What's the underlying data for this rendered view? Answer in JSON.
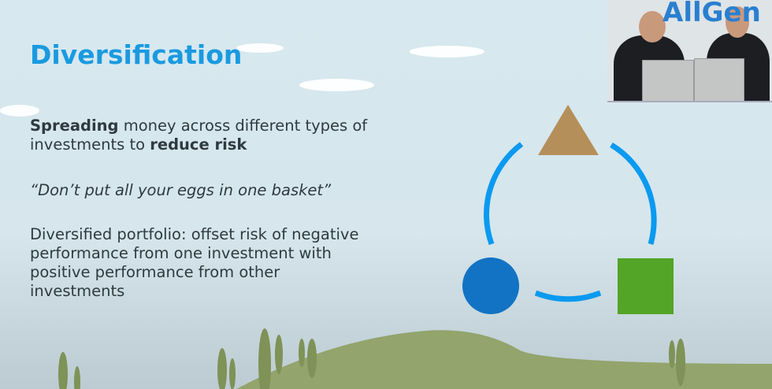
{
  "slide": {
    "title": "Diversification",
    "definition": {
      "bold_start": "Spreading",
      "middle": " money across different types of investments to ",
      "bold_end": "reduce risk"
    },
    "quote": "“Don’t put all your eggs in one basket”",
    "portfolio_text": "Diversified portfolio: offset risk of negative performance from one investment with positive performance from other investments"
  },
  "diagram": {
    "shapes": [
      "triangle",
      "square",
      "circle"
    ],
    "colors": {
      "triangle": "#b58f5a",
      "square": "#52a526",
      "circle": "#1273c4",
      "arcs": "#0a9af0"
    }
  },
  "webcam": {
    "logo_text": "AllGen"
  }
}
